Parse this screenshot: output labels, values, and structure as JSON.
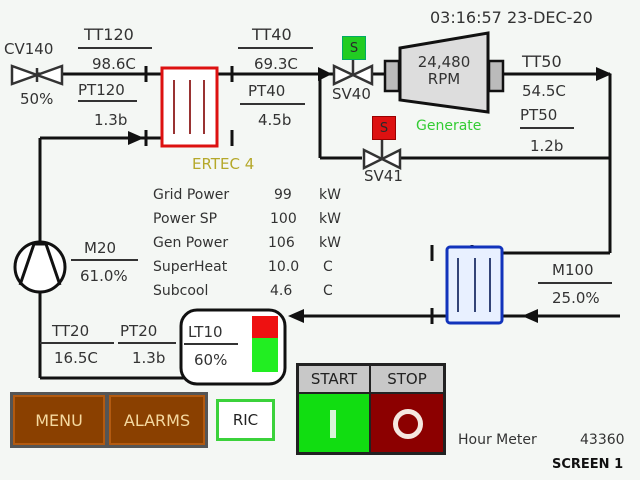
{
  "header": {
    "clock": "03:16:57 23-DEC-20"
  },
  "instruments": {
    "cv140": {
      "tag": "CV140",
      "value": "50%"
    },
    "tt120": {
      "tag": "TT120",
      "value": "98.6C"
    },
    "pt120": {
      "tag": "PT120",
      "value": "1.3b"
    },
    "tt40": {
      "tag": "TT40",
      "value": "69.3C"
    },
    "pt40": {
      "tag": "PT40",
      "value": "4.5b"
    },
    "tt50": {
      "tag": "TT50",
      "value": "54.5C"
    },
    "pt50": {
      "tag": "PT50",
      "value": "1.2b"
    },
    "m20": {
      "tag": "M20",
      "value": "61.0%"
    },
    "m100": {
      "tag": "M100",
      "value": "25.0%"
    },
    "tt20": {
      "tag": "TT20",
      "value": "16.5C"
    },
    "pt20": {
      "tag": "PT20",
      "value": "1.3b"
    },
    "lt10": {
      "tag": "LT10",
      "value": "60%",
      "level_fraction": 0.6
    }
  },
  "valves": {
    "sv40": {
      "tag": "SV40",
      "badge": "S",
      "color": "#22cc22"
    },
    "sv41": {
      "tag": "SV41",
      "badge": "S",
      "color": "#dd1111"
    }
  },
  "turbine": {
    "speed": "24,480",
    "unit": "RPM"
  },
  "status": {
    "generate_label": "Generate",
    "generate_color": "#33cc33"
  },
  "unit_label": "ERTEC 4",
  "readouts": [
    {
      "label": "Grid Power",
      "value": "99",
      "unit": "kW"
    },
    {
      "label": "Power SP",
      "value": "100",
      "unit": "kW"
    },
    {
      "label": "Gen Power",
      "value": "106",
      "unit": "kW"
    },
    {
      "label": "SuperHeat",
      "value": "10.0",
      "unit": "C"
    },
    {
      "label": "Subcool",
      "value": "4.6",
      "unit": "C"
    }
  ],
  "buttons": {
    "menu": "MENU",
    "alarms": "ALARMS",
    "ric": "RIC",
    "start_label": "START",
    "stop_label": "STOP"
  },
  "footer": {
    "hour_meter_label": "Hour Meter",
    "hour_meter_value": "43360",
    "screen_label": "SCREEN 1"
  }
}
